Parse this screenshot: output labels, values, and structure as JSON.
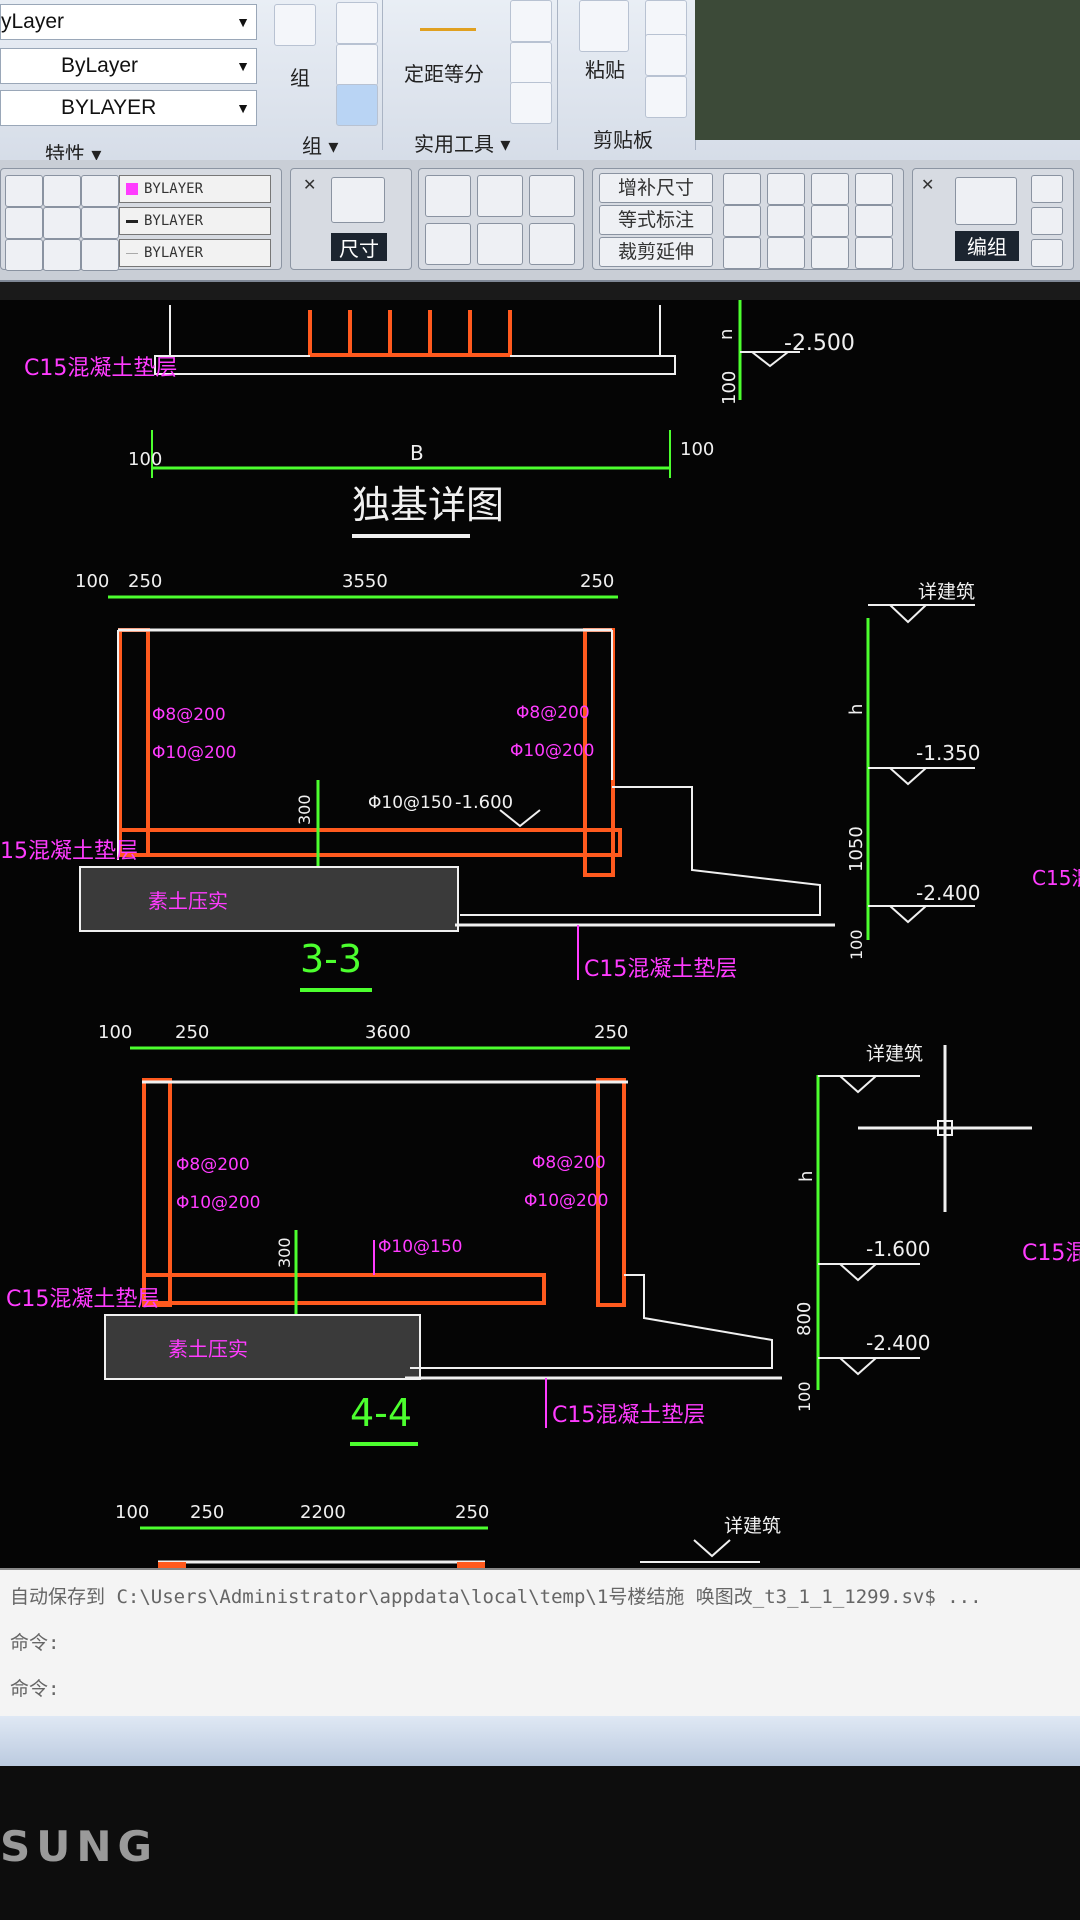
{
  "ribbon": {
    "layer_rows": [
      "yLayer",
      "ByLayer",
      "BYLAYER"
    ],
    "properties_label": "特性",
    "group_btn_label": "组",
    "group_panel_label": "组",
    "measure_label": "定距等分",
    "utilities_label": "实用工具",
    "paste_label": "粘贴",
    "clipboard_label": "剪贴板"
  },
  "toolbar": {
    "layer_combos": [
      "BYLAYER",
      "BYLAYER",
      "BYLAYER"
    ],
    "dim_label": "尺寸",
    "dim_buttons": [
      "增补尺寸",
      "等式标注",
      "裁剪延伸"
    ],
    "block_label": "编组"
  },
  "drawing": {
    "top_label_c15": "C15混凝土垫层",
    "elev_top": "-2.500",
    "dim_n": "n",
    "dim_100_a": "100",
    "dim_B": "B",
    "dim_100_left": "100",
    "dim_100_right": "100",
    "title": "独基详图",
    "s33": {
      "dims": [
        "100",
        "250",
        "3550",
        "250"
      ],
      "rebar_l1": "Φ8@200",
      "rebar_l2": "Φ10@200",
      "rebar_r1": "Φ8@200",
      "rebar_r2": "Φ10@200",
      "bottom_rebar": "Φ10@150",
      "dim300": "300",
      "dim100": "100",
      "elev_floor": "-1.600",
      "pad_label": "15混凝土垫层",
      "soil": "素土压实",
      "c15": "C15混凝土垫层",
      "title": "3-3",
      "right_elev_top": "详建筑",
      "right_h": "h",
      "right_e1": "-1.350",
      "right_1050": "1050",
      "right_e2": "-2.400",
      "right_100": "100",
      "edge_c15": "C15混"
    },
    "s44": {
      "dims": [
        "100",
        "250",
        "3600",
        "250"
      ],
      "rebar_l1": "Φ8@200",
      "rebar_l2": "Φ10@200",
      "rebar_r1": "Φ8@200",
      "rebar_r2": "Φ10@200",
      "bottom_rebar": "Φ10@150",
      "dim300": "300",
      "dim100": "100",
      "pad_label": "C15混凝土垫层",
      "soil": "素土压实",
      "c15": "C15混凝土垫层",
      "title": "4-4",
      "right_elev_top": "详建筑",
      "right_h": "h",
      "right_e1": "-1.600",
      "right_800": "800",
      "right_e2": "-2.400",
      "right_100": "100",
      "edge_c15": "C15混"
    },
    "s55": {
      "dims": [
        "100",
        "250",
        "2200",
        "250"
      ],
      "right_elev_top": "详建筑"
    }
  },
  "command": {
    "line1": "自动保存到 C:\\Users\\Administrator\\appdata\\local\\temp\\1号楼结施 唤图改_t3_1_1_1299.sv$ ...",
    "line2": "命令:",
    "line3": "命令:"
  },
  "monitor": {
    "brand": "SUNG"
  },
  "colors": {
    "dim_green": "#4cff2e",
    "wall_orange": "#ff5a1e",
    "label_magenta": "#ff3cff",
    "line_white": "#f0f0f0"
  }
}
